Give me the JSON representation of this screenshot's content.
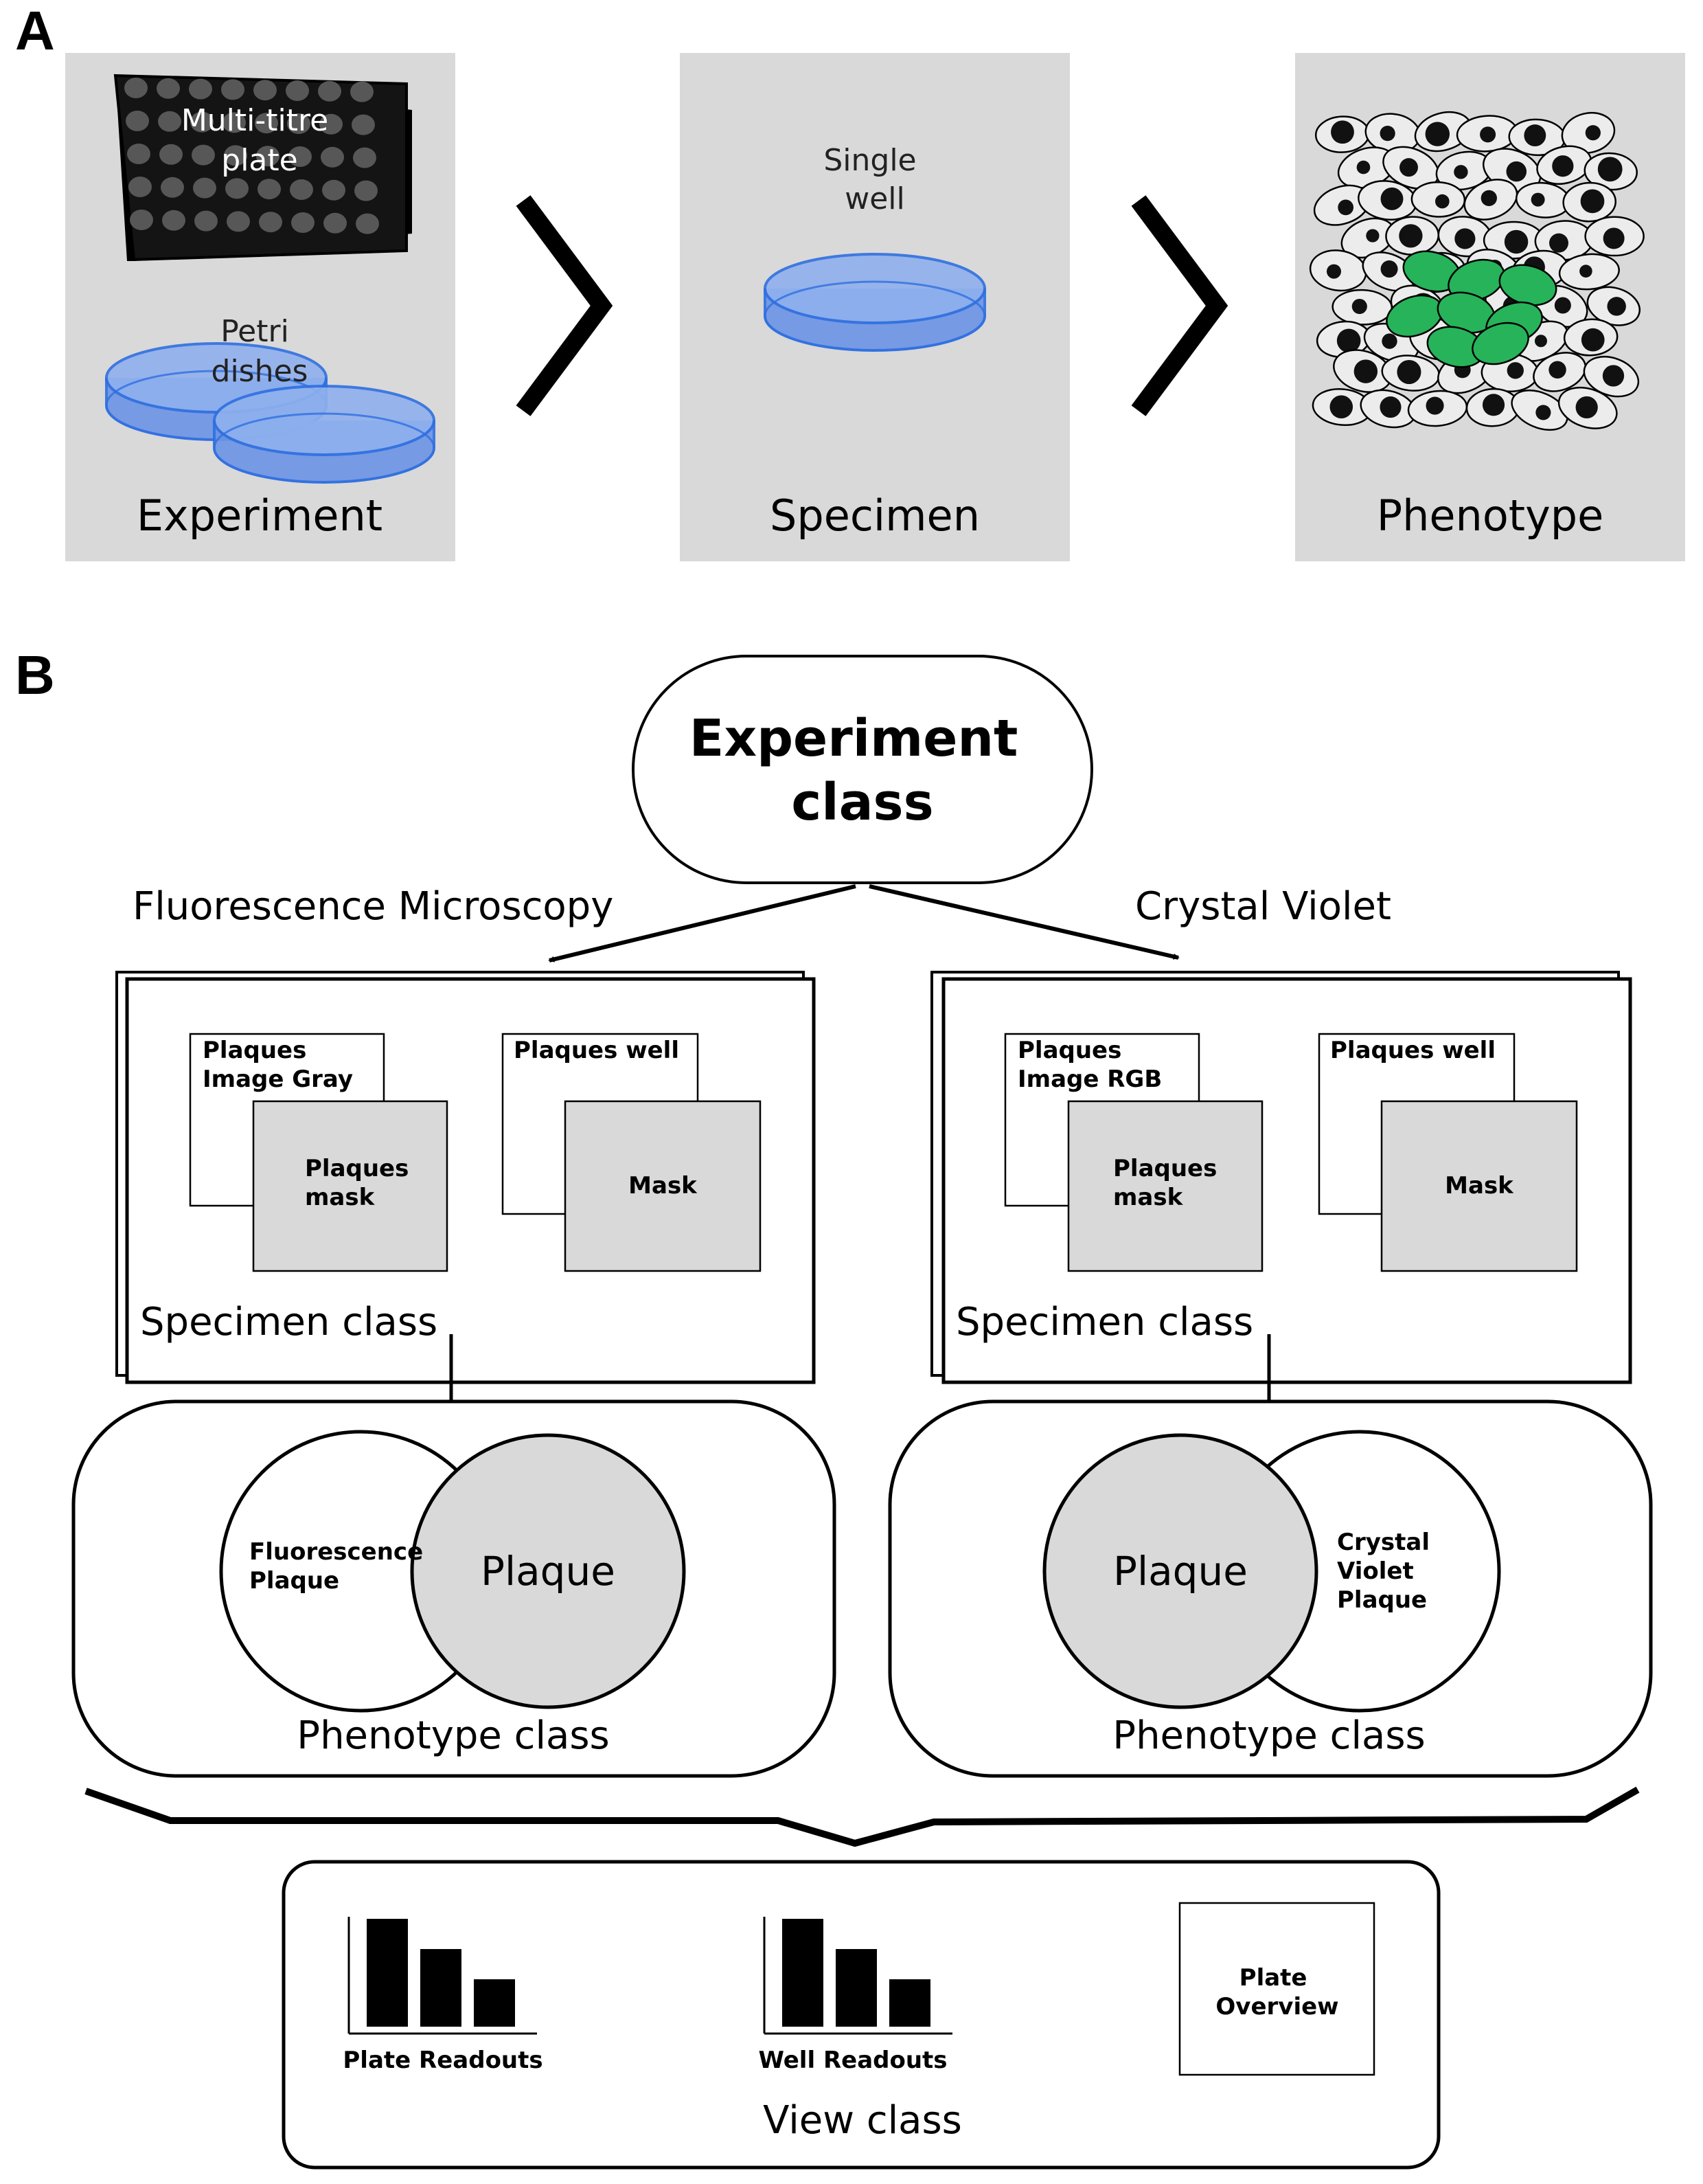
{
  "panels": {
    "a": {
      "letter": "A",
      "cards": [
        {
          "caption": "Experiment",
          "plate_label": [
            "Multi-titre",
            "plate"
          ],
          "dish_label": [
            "Petri",
            "dishes"
          ]
        },
        {
          "caption": "Specimen",
          "well_label": [
            "Single",
            "well"
          ]
        },
        {
          "caption": "Phenotype"
        }
      ]
    },
    "b": {
      "letter": "B",
      "experiment_class": [
        "Experiment",
        "class"
      ],
      "branches": [
        {
          "title": "Fluorescence Microscopy",
          "specimen_class": "Specimen class",
          "image_box": [
            "Plaques",
            "Image Gray"
          ],
          "image_mask": [
            "Plaques",
            "mask"
          ],
          "well_box": "Plaques well",
          "well_mask": "Mask",
          "phenotype_class": "Phenotype class",
          "plaque": "Plaque",
          "sub_plaque": [
            "Fluorescence",
            "Plaque"
          ]
        },
        {
          "title": "Crystal Violet",
          "specimen_class": "Specimen class",
          "image_box": [
            "Plaques",
            "Image RGB"
          ],
          "image_mask": [
            "Plaques",
            "mask"
          ],
          "well_box": "Plaques well",
          "well_mask": "Mask",
          "phenotype_class": "Phenotype class",
          "plaque": "Plaque",
          "sub_plaque": [
            "Crystal",
            "Violet",
            "Plaque"
          ]
        }
      ],
      "view": {
        "caption": "View class",
        "plate_readouts": "Plate Readouts",
        "well_readouts": "Well Readouts",
        "plate_overview": [
          "Plate",
          "Overview"
        ]
      }
    }
  },
  "colors": {
    "card_gray": "#d9d9d9",
    "petri_blue": "#2f6fe0",
    "petri_fill": "#7fa6ea",
    "cell_fill": "#ececec",
    "nucleus": "#111111",
    "infected_green": "#27b35a",
    "mask_gray": "#d9d9d9",
    "plaque_gray": "#d9d9d9",
    "plate_black": "#141414",
    "plate_well": "#555555"
  },
  "icons": [
    "chevron-right-icon",
    "bar-chart-icon",
    "down-arrow-icon",
    "curly-brace-icon"
  ]
}
